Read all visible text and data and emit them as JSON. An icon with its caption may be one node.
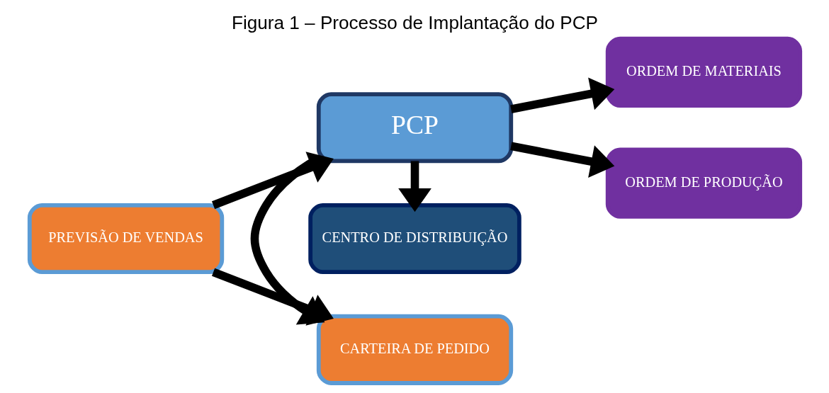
{
  "diagram": {
    "title": "Figura 1 – Processo de Implantação do PCP",
    "nodes": [
      {
        "text": [
          "CARTEIRA DE PEDIDO"
        ]
      },
      {
        "text": [
          "ORDEM DE MATERIAIS"
        ]
      },
      {
        "text": [
          "PREVISÃO DE VENDAS"
        ]
      },
      {
        "text": [
          "PCP"
        ]
      },
      {
        "text": [
          "ORDEM DE PRODUÇÃO"
        ]
      },
      {
        "text": [
          "CENTRO DE DISTRIBUIÇÃO"
        ]
      }
    ],
    "edges": [
      {
        "from": 2,
        "to": 0,
        "arrow": "to"
      },
      {
        "from": 2,
        "to": 3,
        "arrow": "to"
      },
      {
        "from": 3,
        "to": 0,
        "arrow": "to"
      },
      {
        "from": 3,
        "to": 1,
        "arrow": "to"
      },
      {
        "from": 3,
        "to": 4,
        "arrow": "to"
      },
      {
        "from": 3,
        "to": 5,
        "arrow": "to"
      }
    ]
  }
}
